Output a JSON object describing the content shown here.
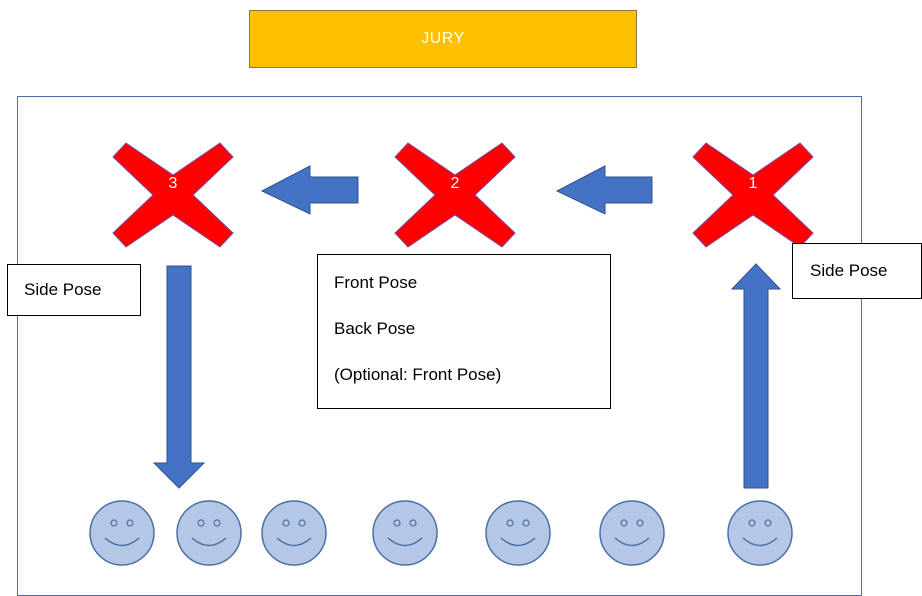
{
  "jury": {
    "label": "JURY"
  },
  "markers": [
    {
      "number": "3"
    },
    {
      "number": "2"
    },
    {
      "number": "1"
    }
  ],
  "notes": {
    "left": "Side Pose",
    "right": "Side Pose",
    "center": [
      "Front Pose",
      "Back Pose",
      "(Optional: Front Pose)"
    ]
  },
  "audience": {
    "count": 7
  },
  "colors": {
    "jury_fill": "#ffc000",
    "marker_fill": "#ff0000",
    "arrow_fill": "#4472c4",
    "face_fill": "#b4c7e7",
    "face_stroke": "#4a6fa5",
    "stage_border": "#4a6fa5"
  }
}
